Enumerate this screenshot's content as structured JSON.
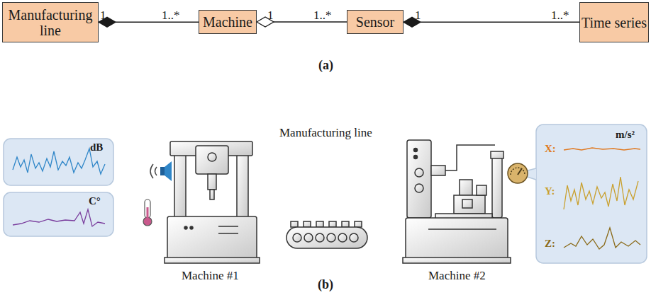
{
  "diagram": {
    "nodes": [
      {
        "text": [
          "Manufacturing line"
        ]
      },
      {
        "text": [
          "Machine"
        ]
      },
      {
        "text": [
          "Sensor"
        ]
      },
      {
        "text": [
          "Time series"
        ]
      },
      {
        "text": [
          "dB"
        ]
      },
      {
        "text": [
          "C°"
        ]
      },
      {
        "text": [
          "m/s²",
          "X:",
          "Y:",
          "Z:"
        ]
      }
    ],
    "edges": [
      {
        "from": 1,
        "to": 0,
        "arrow": "to"
      },
      {
        "from": 2,
        "to": 1,
        "arrow": "to"
      },
      {
        "from": 3,
        "to": 2,
        "arrow": "to"
      }
    ],
    "labels": [
      "1",
      "1..*",
      "1",
      "1..*",
      "1",
      "1..*",
      "(a)",
      "Manufacturing line",
      "Machine #1",
      "Machine #2",
      "(b)"
    ]
  }
}
